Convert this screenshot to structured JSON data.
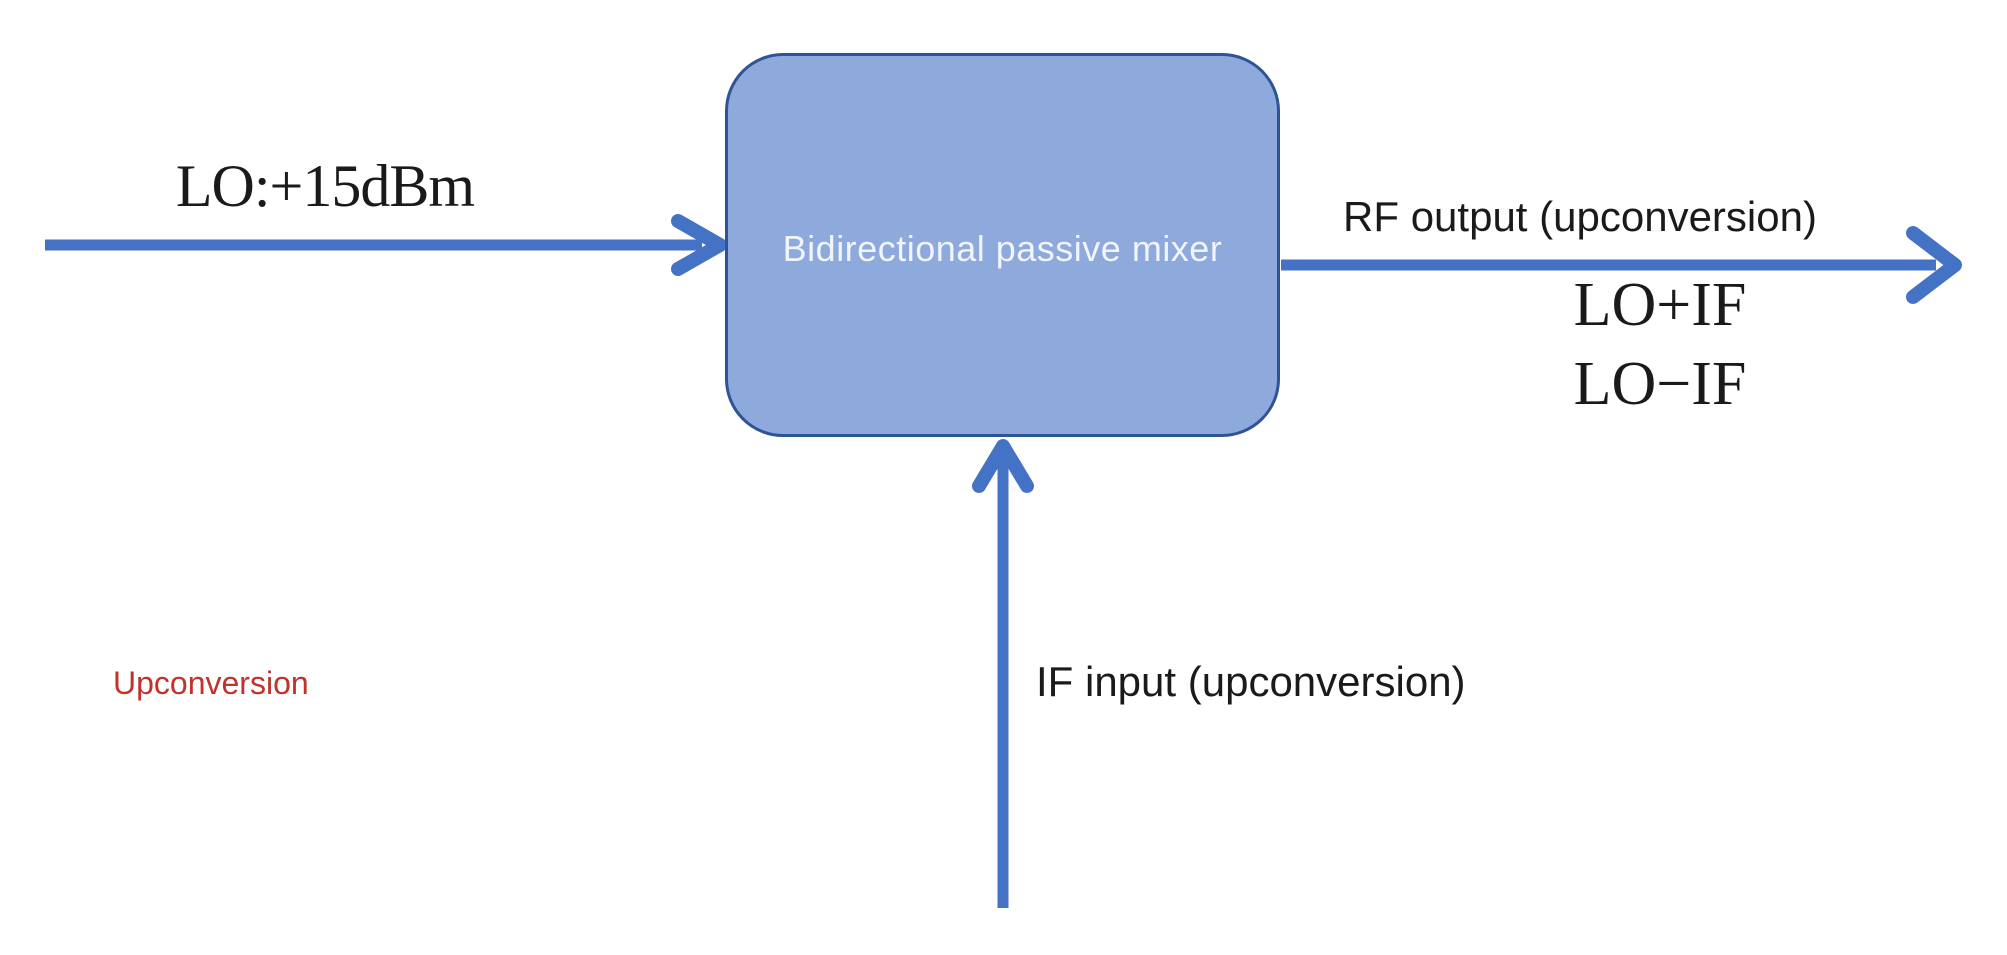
{
  "diagram": {
    "mixer_label": "Bidirectional passive mixer",
    "lo_label": "LO:+15dBm",
    "rf_output_label": "RF output (upconversion)",
    "rf_products": [
      "LO+IF",
      "LO−IF"
    ],
    "if_input_label": "IF input (upconversion)",
    "mode_label": "Upconversion",
    "colors": {
      "arrow": "#4472C4",
      "box_fill": "#8EA9DC",
      "box_border": "#2F5496",
      "box_text": "#F1F4FA",
      "label_text": "#1A1A1A",
      "mode_text": "#C0322B",
      "background": "#FFFFFF"
    }
  }
}
